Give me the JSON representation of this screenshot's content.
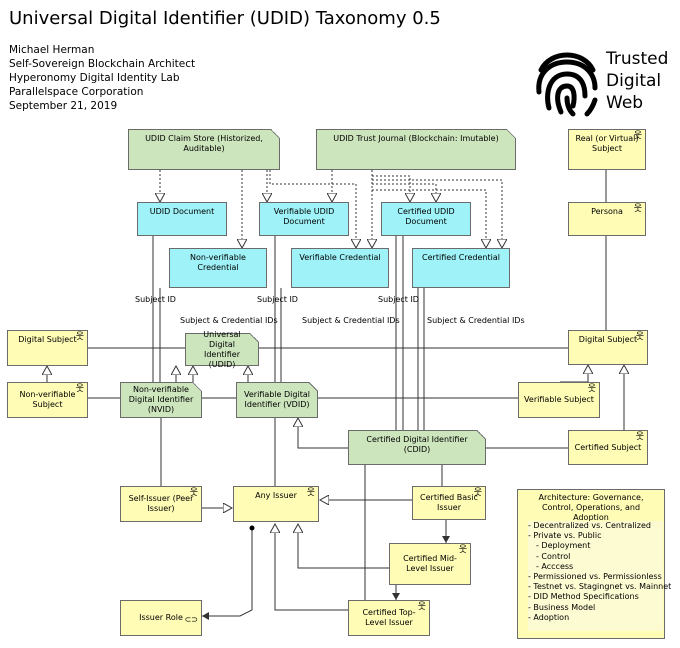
{
  "header": {
    "title": "Universal Digital Identifier (UDID) Taxonomy 0.5",
    "author_lines": [
      "Michael Herman",
      "Self-Sovereign Blockchain Architect",
      "Hyperonomy Digital Identity Lab",
      "Parallelspace Corporation",
      "September 21, 2019"
    ]
  },
  "logo": {
    "lines": [
      "Trusted",
      "Digital",
      "Web"
    ],
    "icon": "fingerprint-icon"
  },
  "nodes": {
    "claim_store": "UDID Claim Store (Historized, Auditable)",
    "trust_journal": "UDID Trust Journal (Blockchain: Imutable)",
    "real_subject": "Real (or Virtual) Subject",
    "persona": "Persona",
    "udid_document": "UDID Document",
    "verifiable_udid_document": "Verifiable UDID Document",
    "certified_udid_document": "Certified UDID Document",
    "nonverifiable_credential": "Non-verifiable Credential",
    "verifiable_credential": "Verifiable Credential",
    "certified_credential": "Certified Credential",
    "digital_subject_left": "Digital Subject",
    "digital_subject_right": "Digital Subject",
    "universal_digital_identifier": "Universal Digital Identifier (UDID)",
    "nonverifiable_subject": "Non-verifiable Subject",
    "nvid": "Non-verifiable Digital Identifier (NVID)",
    "vdid": "Verifiable Digital Identifier (VDID)",
    "verifiable_subject": "Verifiable Subject",
    "cdid": "Certified Digital Identifier (CDID)",
    "certified_subject": "Certified Subject",
    "self_issuer": "Self-Issuer (Peer Issuer)",
    "any_issuer": "Any Issuer",
    "certified_basic_issuer": "Certified Basic Issuer",
    "certified_mid_issuer": "Certified Mid-Level Issuer",
    "certified_top_issuer": "Certified Top-Level Issuer",
    "issuer_role": "Issuer Role"
  },
  "edge_labels": {
    "subject_id_1": "Subject ID",
    "subject_id_2": "Subject ID",
    "subject_id_3": "Subject ID",
    "subject_cred_1": "Subject & Credential IDs",
    "subject_cred_2": "Subject & Credential IDs",
    "subject_cred_3": "Subject & Credential IDs"
  },
  "legend": {
    "title": "Architecture: Governance, Control, Operations, and Adoption",
    "items": [
      "- Decentralized vs. Centralized",
      "- Private vs. Public",
      "    - Deployment",
      "    - Control",
      "    - Acccess",
      "- Permissioned vs. Permissionless",
      "- Testnet vs. Stagingnet vs. Mainnet",
      "- DID Method Specifications",
      "- Business Model",
      "- Adoption"
    ]
  },
  "colors": {
    "data_object": "#cde5bd",
    "document": "#9ff3f8",
    "actor": "#fffcb6",
    "line": "#333333"
  }
}
